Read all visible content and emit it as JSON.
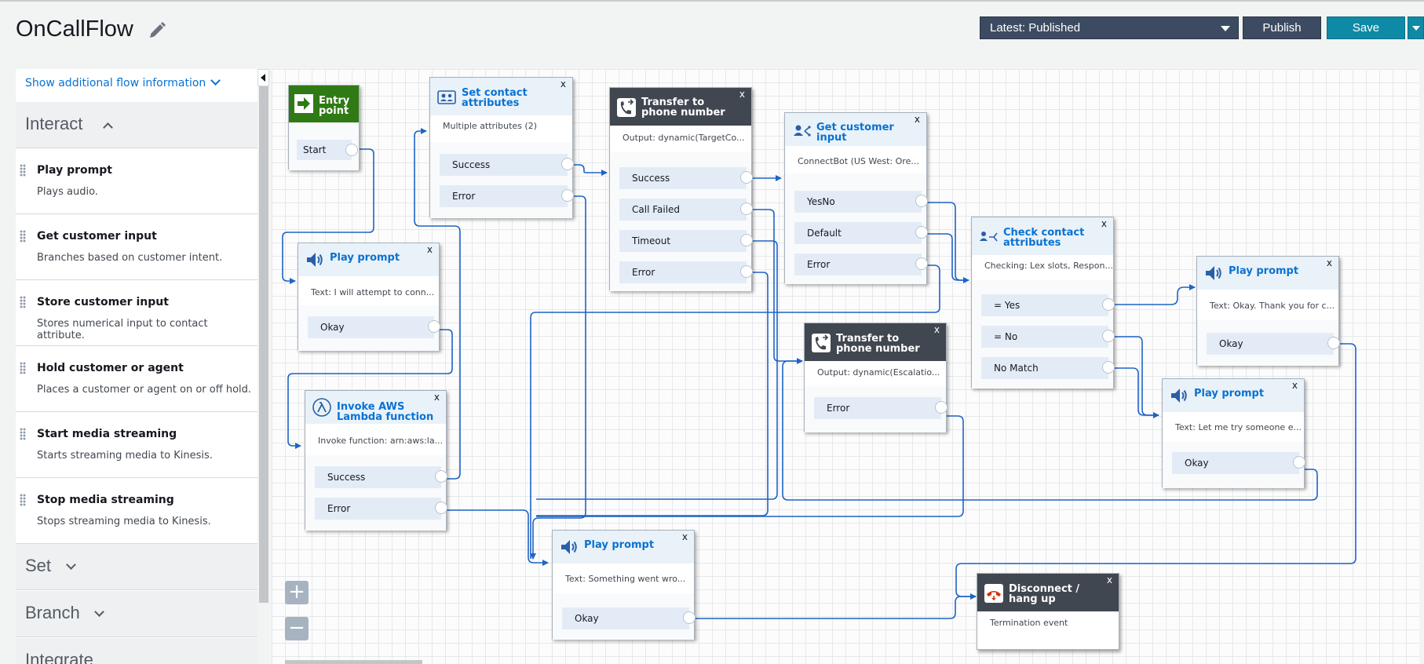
{
  "header": {
    "title": "OnCallFlow",
    "version_label": "Latest: Published",
    "publish_label": "Publish",
    "save_label": "Save"
  },
  "sidebar": {
    "show_more": "Show additional flow information",
    "sections": {
      "interact": "Interact",
      "set": "Set",
      "branch": "Branch",
      "integrate": "Integrate"
    },
    "items": [
      {
        "name": "Play prompt",
        "desc": "Plays audio."
      },
      {
        "name": "Get customer input",
        "desc": "Branches based on customer intent."
      },
      {
        "name": "Store customer input",
        "desc": "Stores numerical input to contact attribute."
      },
      {
        "name": "Hold customer or agent",
        "desc": "Places a customer or agent on or off hold."
      },
      {
        "name": "Start media streaming",
        "desc": "Starts streaming media to Kinesis."
      },
      {
        "name": "Stop media streaming",
        "desc": "Stops streaming media to Kinesis."
      }
    ]
  },
  "zoom": {
    "in": "+",
    "out": "−"
  },
  "icons": [
    "edit-icon",
    "chevron-down-icon",
    "chevron-up-icon",
    "entry-arrow-icon",
    "speaker-icon",
    "contact-card-icon",
    "phone-transfer-icon",
    "customer-input-icon",
    "branch-icon",
    "lambda-icon",
    "hangup-phone-icon"
  ],
  "colors": {
    "accent": "#0972d3",
    "wire": "#1f63c7",
    "save": "#0e8aa6",
    "dark_header": "#414750",
    "entry": "#2f7a14"
  },
  "blocks": {
    "entry": {
      "title": "Entry point",
      "branches": [
        "Start"
      ]
    },
    "pp1": {
      "title": "Play prompt",
      "subtitle": "Text: I will attempt to conn...",
      "branches": [
        "Okay"
      ]
    },
    "lambda": {
      "title": "Invoke AWS Lambda function",
      "subtitle": "Invoke function: arn:aws:la...",
      "branches": [
        "Success",
        "Error"
      ]
    },
    "setattr": {
      "title": "Set contact attributes",
      "subtitle": "Multiple attributes (2)",
      "branches": [
        "Success",
        "Error"
      ]
    },
    "transfer1": {
      "title": "Transfer to phone number",
      "subtitle": "Output: dynamic(TargetCo...",
      "branches": [
        "Success",
        "Call Failed",
        "Timeout",
        "Error"
      ]
    },
    "getinput": {
      "title": "Get customer input",
      "subtitle": "ConnectBot (US West: Ore...",
      "branches": [
        "YesNo",
        "Default",
        "Error"
      ]
    },
    "checkattr": {
      "title": "Check contact attributes",
      "subtitle": "Checking: Lex slots, Respon...",
      "branches": [
        "= Yes",
        "= No",
        "No Match"
      ]
    },
    "transfer2": {
      "title": "Transfer to phone number",
      "subtitle": "Output: dynamic(Escalatio...",
      "branches": [
        "Error"
      ]
    },
    "pp_okay": {
      "title": "Play prompt",
      "subtitle": "Text: Okay. Thank you for c...",
      "branches": [
        "Okay"
      ]
    },
    "pp_letme": {
      "title": "Play prompt",
      "subtitle": "Text: Let me try someone e...",
      "branches": [
        "Okay"
      ]
    },
    "pp_wrong": {
      "title": "Play prompt",
      "subtitle": "Text: Something went wro...",
      "branches": [
        "Okay"
      ]
    },
    "disconnect": {
      "title": "Disconnect / hang up",
      "subtitle": "Termination event",
      "branches": []
    }
  }
}
